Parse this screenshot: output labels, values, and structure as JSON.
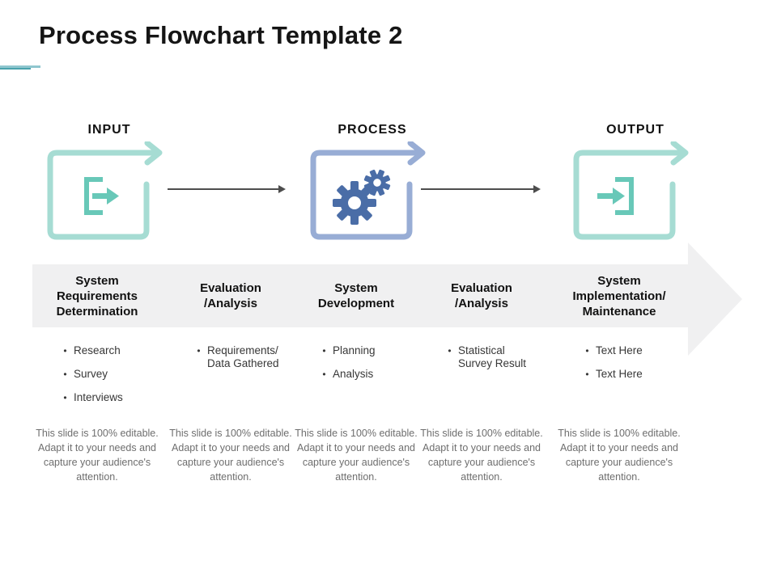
{
  "slide": {
    "title": "Process Flowchart Template 2"
  },
  "flow": {
    "stages": [
      {
        "label": "INPUT",
        "icon": "export-arrow-icon"
      },
      {
        "label": "PROCESS",
        "icon": "gears-icon"
      },
      {
        "label": "OUTPUT",
        "icon": "import-arrow-icon"
      }
    ]
  },
  "phases": [
    {
      "header": [
        "System",
        "Requirements",
        "Determination"
      ],
      "bullets": [
        "Research",
        "Survey",
        "Interviews"
      ],
      "note": "This slide is 100% editable. Adapt it to your needs and capture your audience's attention."
    },
    {
      "header": [
        "Evaluation",
        "/Analysis"
      ],
      "bullets": [
        [
          "Requirements/",
          "Data Gathered"
        ]
      ],
      "note": "This slide is 100% editable. Adapt it to your needs and capture your audience's attention."
    },
    {
      "header": [
        "System",
        "Development"
      ],
      "bullets": [
        "Planning",
        "Analysis"
      ],
      "note": "This slide is 100% editable. Adapt it to your needs and capture your audience's attention."
    },
    {
      "header": [
        "Evaluation",
        "/Analysis"
      ],
      "bullets": [
        [
          "Statistical",
          "Survey Result"
        ]
      ],
      "note": "This slide is 100% editable. Adapt it to your needs and capture your audience's attention."
    },
    {
      "header": [
        "System",
        "Implementation/",
        "Maintenance"
      ],
      "bullets": [
        "Text Here",
        "Text Here"
      ],
      "note": "This slide is 100% editable. Adapt it to your needs and capture your audience's attention."
    }
  ],
  "colors": {
    "teal_outline": "#a6dcd3",
    "teal_icon": "#68c8b8",
    "blue_outline": "#98add5",
    "blue_icon": "#4a6da7",
    "band_gray": "#f0f0f1",
    "connector_gray": "#4d4d4d",
    "note_gray": "#6e6e6e",
    "accent_teal": "#8fc6ce"
  }
}
